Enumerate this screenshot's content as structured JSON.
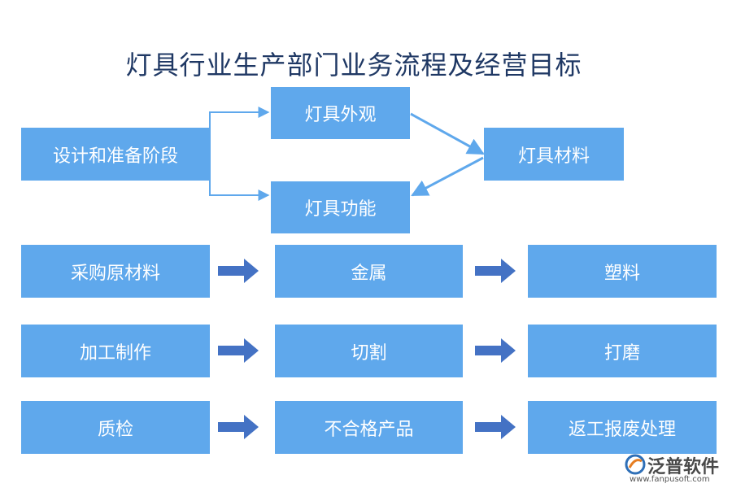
{
  "title": "灯具行业生产部门业务流程及经营目标",
  "design": {
    "stage": "设计和准备阶段",
    "appearance": "灯具外观",
    "function": "灯具功能",
    "material": "灯具材料"
  },
  "rows": [
    {
      "step": "采购原材料",
      "item1": "金属",
      "item2": "塑料"
    },
    {
      "step": "加工制作",
      "item1": "切割",
      "item2": "打磨"
    },
    {
      "step": "质检",
      "item1": "不合格产品",
      "item2": "返工报废处理"
    }
  ],
  "logo": {
    "name": "泛普软件",
    "url": "www.fanpusoft.com"
  },
  "colors": {
    "box": "#5fa8ec",
    "arrow_block": "#4472c4",
    "connector": "#5fa8ec",
    "title": "#1f3864"
  }
}
